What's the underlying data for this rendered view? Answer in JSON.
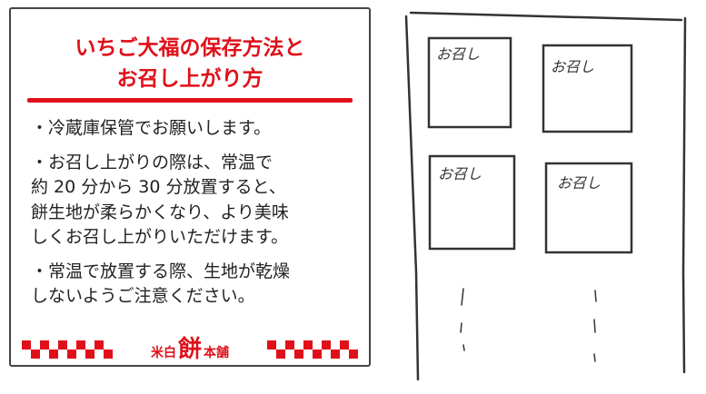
{
  "card": {
    "title_lines": [
      "いちご大福の保存方法と",
      "お召し上がり方"
    ],
    "paragraphs": [
      [
        "・冷蔵庫保管でお願いします。"
      ],
      [
        "・お召し上がりの際は、常温で",
        "約 20 分から 30 分放置すると、",
        "餅生地が柔らかくなり、より美味",
        "しくお召し上がりいただけます。"
      ],
      [
        "・常温で放置する際、生地が乾燥",
        "しないようご注意ください。"
      ]
    ],
    "brand": {
      "prefix": "米白",
      "main": "餅",
      "suffix": "本舗"
    },
    "accent_color": "#e0101a"
  },
  "sketch": {
    "box_labels": [
      "お召し",
      "お召し",
      "お召し",
      "お召し"
    ]
  }
}
